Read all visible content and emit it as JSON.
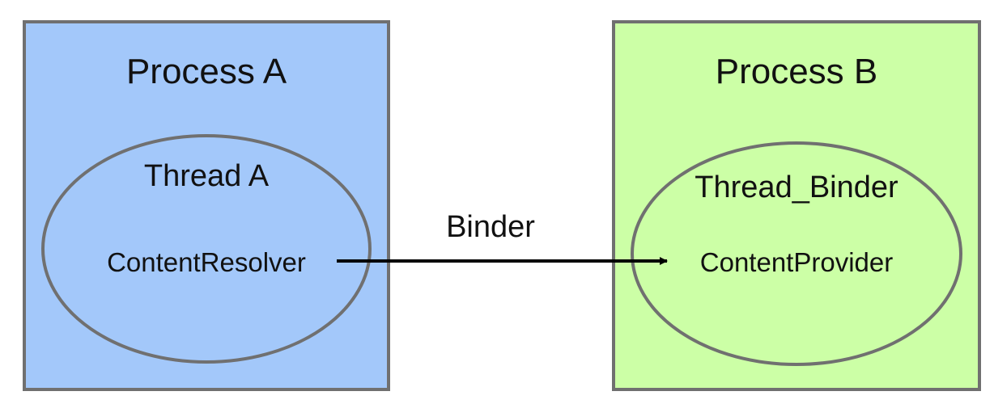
{
  "process_a": {
    "title": "Process A",
    "thread_label": "Thread A",
    "component": "ContentResolver",
    "fill_color": "#a3c8fa"
  },
  "process_b": {
    "title": "Process B",
    "thread_label": "Thread_Binder",
    "component": "ContentProvider",
    "fill_color": "#ccffa6"
  },
  "connection": {
    "label": "Binder"
  },
  "colors": {
    "border": "#707070",
    "arrow": "#000000"
  }
}
